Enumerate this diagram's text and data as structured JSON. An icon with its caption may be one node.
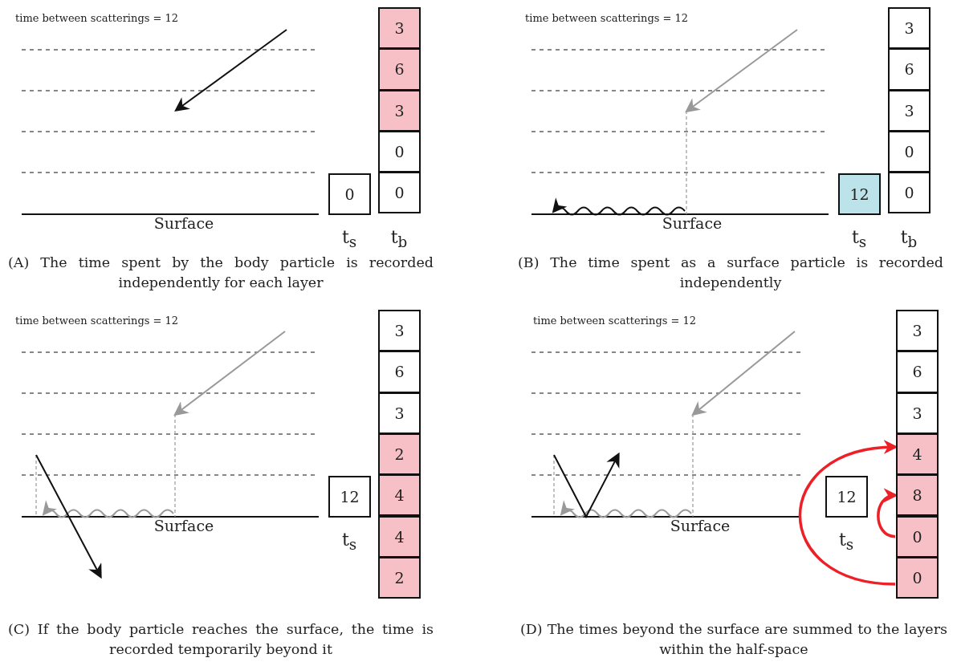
{
  "diagram": {
    "nodes": [
      {
        "text": [
          "0"
        ]
      },
      {
        "text": [
          "3"
        ]
      },
      {
        "text": [
          "6"
        ]
      },
      {
        "text": [
          "3"
        ]
      },
      {
        "text": [
          "0"
        ]
      },
      {
        "text": [
          "0"
        ]
      },
      {
        "text": [
          "12"
        ]
      },
      {
        "text": [
          "3"
        ]
      },
      {
        "text": [
          "6"
        ]
      },
      {
        "text": [
          "3"
        ]
      },
      {
        "text": [
          "0"
        ]
      },
      {
        "text": [
          "0"
        ]
      },
      {
        "text": [
          "12"
        ]
      },
      {
        "text": [
          "3"
        ]
      },
      {
        "text": [
          "6"
        ]
      },
      {
        "text": [
          "3"
        ]
      },
      {
        "text": [
          "2"
        ]
      },
      {
        "text": [
          "4"
        ]
      },
      {
        "text": [
          "4"
        ]
      },
      {
        "text": [
          "2"
        ]
      },
      {
        "text": [
          "12"
        ]
      },
      {
        "text": [
          "3"
        ]
      },
      {
        "text": [
          "6"
        ]
      },
      {
        "text": [
          "3"
        ]
      },
      {
        "text": [
          "4"
        ]
      },
      {
        "text": [
          "8"
        ]
      },
      {
        "text": [
          "0"
        ]
      },
      {
        "text": [
          "0"
        ]
      }
    ],
    "edges": [
      {
        "from": 27,
        "to": 24,
        "arrow": "to",
        "color": "#ee2027"
      },
      {
        "from": 26,
        "to": 25,
        "arrow": "to",
        "color": "#ee2027"
      }
    ],
    "labels": [
      "time between scatterings = 12",
      "Surface",
      "t$_{s}$",
      "t$_{b}$",
      "(A) The time spent by the body particle is recorded independently for each layer",
      "time between scatterings = 12",
      "Surface",
      "t$_{s}$",
      "t$_{b}$",
      "(B) The time spent as a surface particle is recorded independently",
      "time between scatterings = 12",
      "Surface",
      "t$_{s}$",
      "(C) If the body particle reaches the surface, the time is recorded temporarily beyond it",
      "time between scatterings = 12",
      "Surface",
      "t$_{s}$",
      "(D) The times beyond the surface are summed to the layers within the half-space"
    ]
  }
}
